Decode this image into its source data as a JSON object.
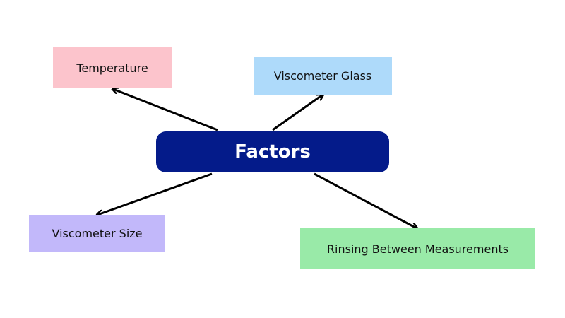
{
  "center": {
    "label": "Factors",
    "color": "#041b8a"
  },
  "nodes": [
    {
      "label": "Temperature",
      "color": "#fcc4cc"
    },
    {
      "label": "Viscometer Glass",
      "color": "#aedafa"
    },
    {
      "label": "Viscometer Size",
      "color": "#c2b8fa"
    },
    {
      "label": "Rinsing Between Measurements",
      "color": "#99eaa8"
    }
  ]
}
